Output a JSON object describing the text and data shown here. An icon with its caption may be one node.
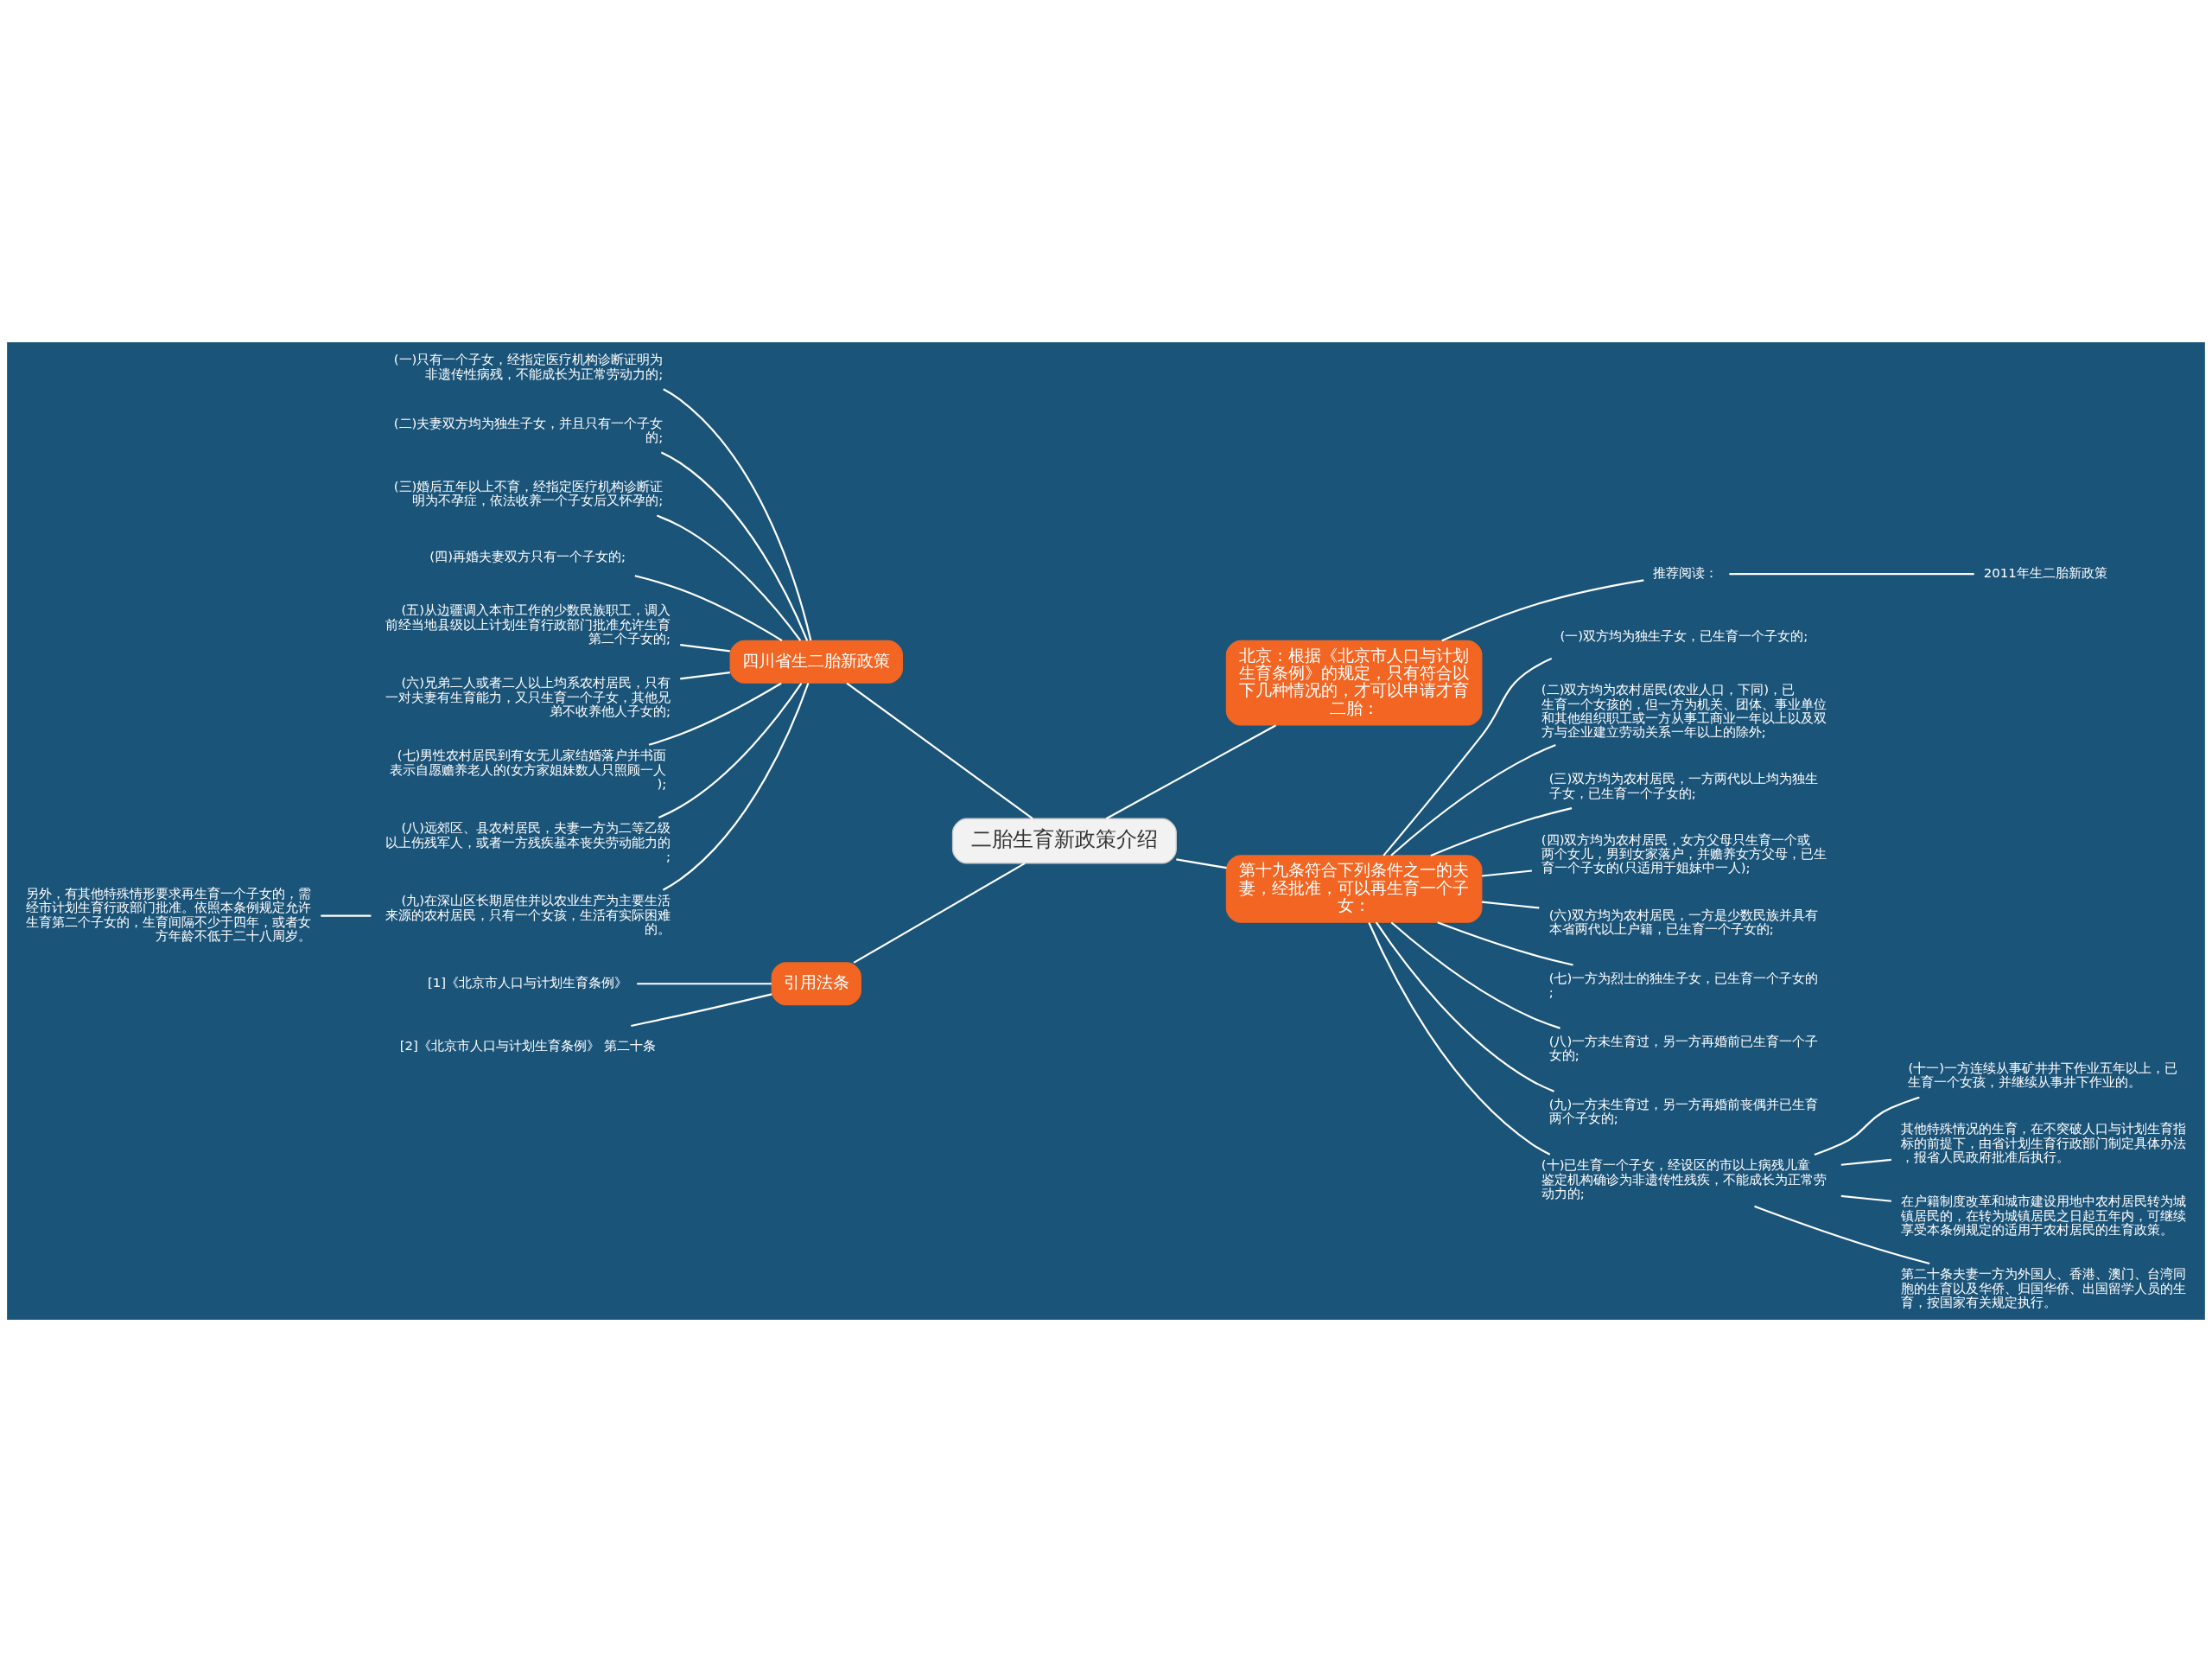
{
  "diagram": {
    "nodes": [
      {
        "text": [
          "二胎生育新政策介绍"
        ]
      },
      {
        "text": [
          "四川省生二胎新政策"
        ]
      },
      {
        "text": [
          "(一)只有一个子女，经指定医疗机构诊断证明为非遗传性病残，不能成长为正常劳动力的;"
        ]
      },
      {
        "text": [
          "(二)夫妻双方均为独生子女，并且只有一个子女的;"
        ]
      },
      {
        "text": [
          "(三)婚后五年以上不育，经指定医疗机构诊断证明为不孕症，依法收养一个子女后又怀孕的;"
        ]
      },
      {
        "text": [
          "(四)再婚夫妻双方只有一个子女的;"
        ]
      },
      {
        "text": [
          "(五)从边疆调入本市工作的少数民族职工，调入前经当地县级以上计划生育行政部门批准允许生育第二个子女的;"
        ]
      },
      {
        "text": [
          "(六)兄弟二人或者二人以上均系农村居民，只有一对夫妻有生育能力，又只生育一个子女，其他兄弟不收养他人子女的;"
        ]
      },
      {
        "text": [
          "(七)男性农村居民到有女无儿家结婚落户并书面表示自愿赡养老人的(女方家姐妹数人只照顾一人);"
        ]
      },
      {
        "text": [
          "(八)远郊区、县农村居民，夫妻一方为二等乙级以上伤残军人，或者一方残疾基本丧失劳动能力的;"
        ]
      },
      {
        "text": [
          "(九)在深山区长期居住并以农业生产为主要生活来源的农村居民，只有一个女孩，生活有实际困难的。"
        ]
      },
      {
        "text": [
          "另外，有其他特殊情形要求再生育一个子女的，需经市计划生育行政部门批准。依照本条例规定允许生育第二个子女的，生育间隔不少于四年，或者女方年龄不低于二十八周岁。"
        ]
      },
      {
        "text": [
          "引用法条"
        ]
      },
      {
        "text": [
          "[1]《北京市人口与计划生育条例》"
        ]
      },
      {
        "text": [
          "[2]《北京市人口与计划生育条例》 第二十条"
        ]
      },
      {
        "text": [
          "北京：根据《北京市人口与计划生育条例》的规定，只有符合以下几种情况的，才可以申请才育二胎："
        ]
      },
      {
        "text": [
          "推荐阅读："
        ]
      },
      {
        "text": [
          "2011年生二胎新政策"
        ]
      },
      {
        "text": [
          "第十九条符合下列条件之一的夫妻，经批准，可以再生育一个子女："
        ]
      },
      {
        "text": [
          "(一)双方均为独生子女，已生育一个子女的;"
        ]
      },
      {
        "text": [
          "(二)双方均为农村居民(农业人口，下同)，已生育一个女孩的，但一方为机关、团体、事业单位和其他组织职工或一方从事工商业一年以上以及双方与企业建立劳动关系一年以上的除外;"
        ]
      },
      {
        "text": [
          "(三)双方均为农村居民，一方两代以上均为独生子女，已生育一个子女的;"
        ]
      },
      {
        "text": [
          "(四)双方均为农村居民，女方父母只生育一个或两个女儿，男到女家落户，并赡养女方父母，已生育一个子女的(只适用于姐妹中一人);"
        ]
      },
      {
        "text": [
          "(六)双方均为农村居民，一方是少数民族并具有本省两代以上户籍，已生育一个子女的;"
        ]
      },
      {
        "text": [
          "(七)一方为烈士的独生子女，已生育一个子女的;"
        ]
      },
      {
        "text": [
          "(八)一方未生育过，另一方再婚前已生育一个子女的;"
        ]
      },
      {
        "text": [
          "(九)一方未生育过，另一方再婚前丧偶并已生育两个子女的;"
        ]
      },
      {
        "text": [
          "(十)已生育一个子女，经设区的市以上病残儿童鉴定机构确诊为非遗传性残疾，不能成长为正常劳动力的;"
        ]
      },
      {
        "text": [
          "(十一)一方连续从事矿井井下作业五年以上，已生育一个女孩，并继续从事井下作业的。"
        ]
      },
      {
        "text": [
          "其他特殊情况的生育，在不突破人口与计划生育指标的前提下，由省计划生育行政部门制定具体办法，报省人民政府批准后执行。"
        ]
      },
      {
        "text": [
          "在户籍制度改革和城市建设用地中农村居民转为城镇居民的，在转为城镇居民之日起五年内，可继续享受本条例规定的适用于农村居民的生育政策。"
        ]
      },
      {
        "text": [
          "第二十条夫妻一方为外国人、香港、澳门、台湾同胞的生育以及华侨、归国华侨、出国留学人员的生育，按国家有关规定执行。"
        ]
      }
    ],
    "edges": [
      {
        "from": 0,
        "to": 1,
        "arrow": "none"
      },
      {
        "from": 1,
        "to": 2,
        "arrow": "none"
      },
      {
        "from": 1,
        "to": 3,
        "arrow": "none"
      },
      {
        "from": 1,
        "to": 4,
        "arrow": "none"
      },
      {
        "from": 1,
        "to": 5,
        "arrow": "none"
      },
      {
        "from": 1,
        "to": 6,
        "arrow": "none"
      },
      {
        "from": 1,
        "to": 7,
        "arrow": "none"
      },
      {
        "from": 1,
        "to": 8,
        "arrow": "none"
      },
      {
        "from": 1,
        "to": 9,
        "arrow": "none"
      },
      {
        "from": 1,
        "to": 10,
        "arrow": "none"
      },
      {
        "from": 10,
        "to": 11,
        "arrow": "none"
      },
      {
        "from": 0,
        "to": 12,
        "arrow": "none"
      },
      {
        "from": 12,
        "to": 13,
        "arrow": "none"
      },
      {
        "from": 12,
        "to": 14,
        "arrow": "none"
      },
      {
        "from": 0,
        "to": 15,
        "arrow": "none"
      },
      {
        "from": 15,
        "to": 16,
        "arrow": "none"
      },
      {
        "from": 16,
        "to": 17,
        "arrow": "none"
      },
      {
        "from": 0,
        "to": 18,
        "arrow": "none"
      },
      {
        "from": 18,
        "to": 19,
        "arrow": "none"
      },
      {
        "from": 18,
        "to": 20,
        "arrow": "none"
      },
      {
        "from": 18,
        "to": 21,
        "arrow": "none"
      },
      {
        "from": 18,
        "to": 22,
        "arrow": "none"
      },
      {
        "from": 18,
        "to": 23,
        "arrow": "none"
      },
      {
        "from": 18,
        "to": 24,
        "arrow": "none"
      },
      {
        "from": 18,
        "to": 25,
        "arrow": "none"
      },
      {
        "from": 18,
        "to": 26,
        "arrow": "none"
      },
      {
        "from": 18,
        "to": 27,
        "arrow": "none"
      },
      {
        "from": 27,
        "to": 28,
        "arrow": "none"
      },
      {
        "from": 27,
        "to": 29,
        "arrow": "none"
      },
      {
        "from": 27,
        "to": 30,
        "arrow": "none"
      },
      {
        "from": 27,
        "to": 31,
        "arrow": "none"
      }
    ]
  }
}
